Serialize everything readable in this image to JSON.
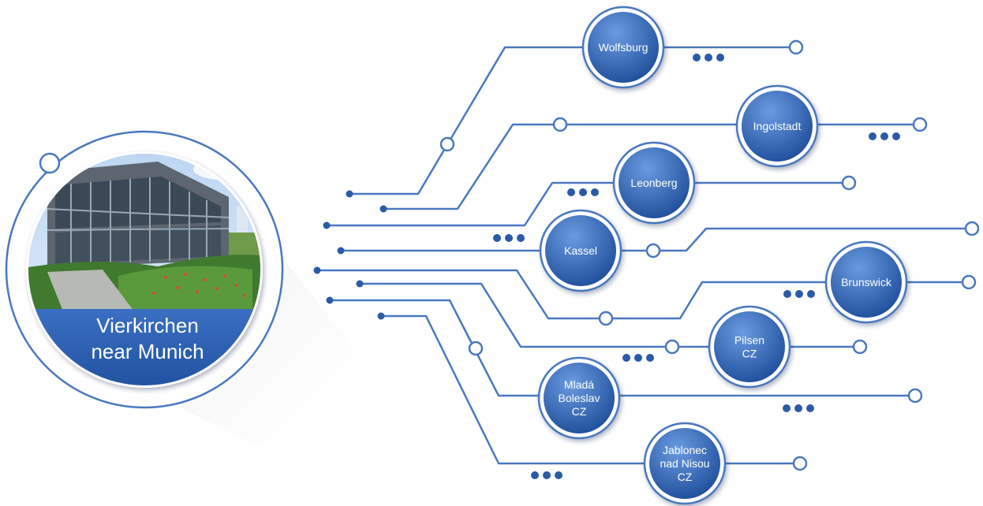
{
  "colors": {
    "line": "#4a78bf",
    "node_fill_light": "#5b8fd6",
    "node_fill_dark": "#1f4f9d",
    "node_ring": "#ffffff",
    "background": "#ffffff"
  },
  "hub": {
    "line1": "Vierkirchen",
    "line2": "near Munich",
    "image": "office-building-photo"
  },
  "locations": [
    {
      "id": "wolfsburg",
      "lines": [
        "Wolfsburg"
      ]
    },
    {
      "id": "ingolstadt",
      "lines": [
        "Ingolstadt"
      ]
    },
    {
      "id": "leonberg",
      "lines": [
        "Leonberg"
      ]
    },
    {
      "id": "kassel",
      "lines": [
        "Kassel"
      ]
    },
    {
      "id": "brunswick",
      "lines": [
        "Brunswick"
      ]
    },
    {
      "id": "pilsen",
      "lines": [
        "Pilsen",
        "CZ"
      ]
    },
    {
      "id": "mlada-boleslav",
      "lines": [
        "Mladá",
        "Boleslav",
        "CZ"
      ]
    },
    {
      "id": "jablonec",
      "lines": [
        "Jablonec",
        "nad Nisou",
        "CZ"
      ]
    }
  ]
}
